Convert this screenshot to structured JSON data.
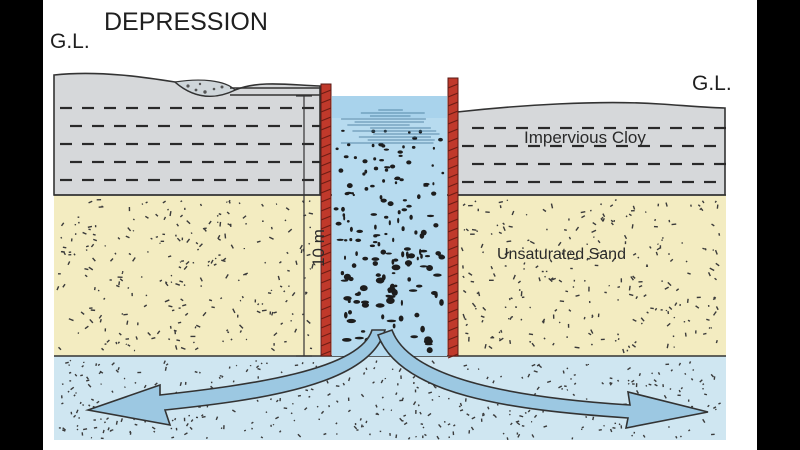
{
  "labels": {
    "depression": "DEPRESSION",
    "gl_left": "G.L.",
    "gl_right": "G.L.",
    "clay": "Impervious Cloy",
    "sand": "Unsaturated Sand",
    "depth": "10 m"
  },
  "colors": {
    "frame": "#000000",
    "panel": "#ffffff",
    "clay": "#d6d8da",
    "sand": "#f3ecc1",
    "aquifer": "#cfe6f1",
    "water": "#b7dbef",
    "casing": "#c0392b",
    "arrow": "#9cc8e2",
    "ink": "#1f1f1f"
  }
}
